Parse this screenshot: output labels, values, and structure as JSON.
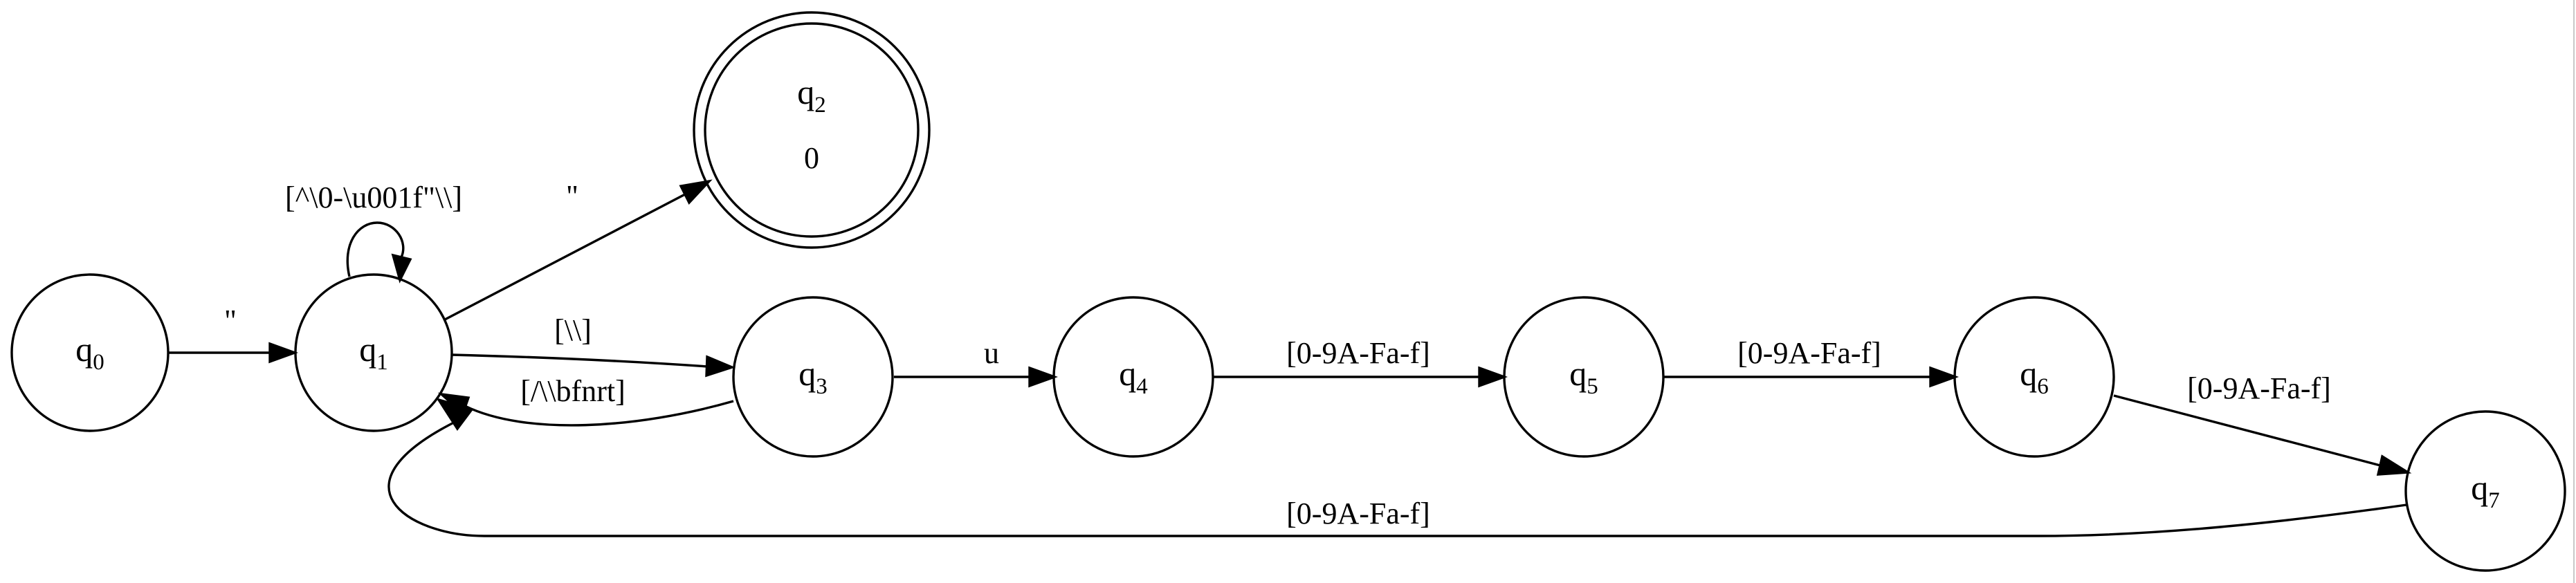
{
  "diagram": {
    "states": [
      {
        "id": "q0",
        "name": "q",
        "index": "0",
        "accepting": false,
        "output": ""
      },
      {
        "id": "q1",
        "name": "q",
        "index": "1",
        "accepting": false,
        "output": ""
      },
      {
        "id": "q2",
        "name": "q",
        "index": "2",
        "accepting": true,
        "output": "0"
      },
      {
        "id": "q3",
        "name": "q",
        "index": "3",
        "accepting": false,
        "output": ""
      },
      {
        "id": "q4",
        "name": "q",
        "index": "4",
        "accepting": false,
        "output": ""
      },
      {
        "id": "q5",
        "name": "q",
        "index": "5",
        "accepting": false,
        "output": ""
      },
      {
        "id": "q6",
        "name": "q",
        "index": "6",
        "accepting": false,
        "output": ""
      },
      {
        "id": "q7",
        "name": "q",
        "index": "7",
        "accepting": false,
        "output": ""
      }
    ],
    "transitions": [
      {
        "id": "q0-q1",
        "from": "q0",
        "to": "q1",
        "label": "\""
      },
      {
        "id": "q1-q1",
        "from": "q1",
        "to": "q1",
        "label": "[^\\0-\\u001f\"\\\\]"
      },
      {
        "id": "q1-q2",
        "from": "q1",
        "to": "q2",
        "label": "\""
      },
      {
        "id": "q1-q3",
        "from": "q1",
        "to": "q3",
        "label": "[\\\\]"
      },
      {
        "id": "q3-q1",
        "from": "q3",
        "to": "q1",
        "label": "[/\\\\bfnrt]"
      },
      {
        "id": "q3-q4",
        "from": "q3",
        "to": "q4",
        "label": "u"
      },
      {
        "id": "q4-q5",
        "from": "q4",
        "to": "q5",
        "label": "[0-9A-Fa-f]"
      },
      {
        "id": "q5-q6",
        "from": "q5",
        "to": "q6",
        "label": "[0-9A-Fa-f]"
      },
      {
        "id": "q6-q7",
        "from": "q6",
        "to": "q7",
        "label": "[0-9A-Fa-f]"
      },
      {
        "id": "q7-q1",
        "from": "q7",
        "to": "q1",
        "label": "[0-9A-Fa-f]"
      }
    ]
  }
}
